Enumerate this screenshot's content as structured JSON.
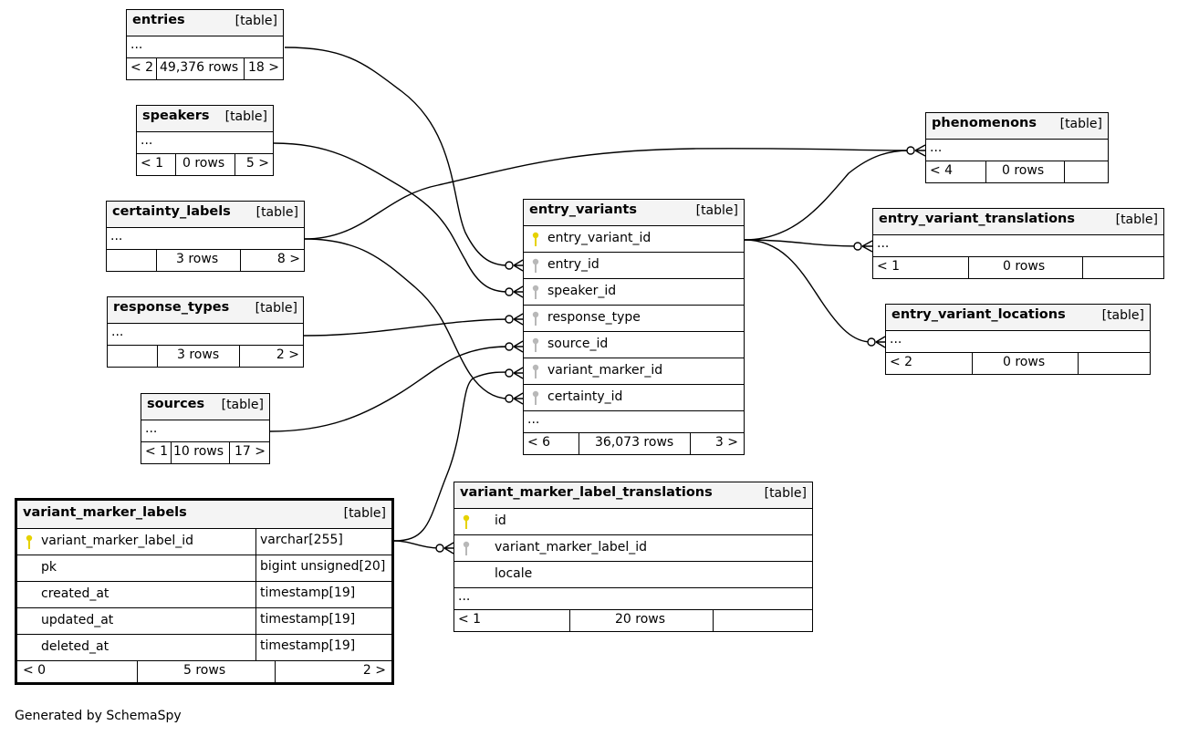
{
  "footer_text": "Generated by SchemaSpy",
  "tables": {
    "entries": {
      "name": "entries",
      "type": "[table]",
      "ellipsis": "...",
      "children": "< 2",
      "rows": "49,376 rows",
      "parents": "18 >"
    },
    "speakers": {
      "name": "speakers",
      "type": "[table]",
      "ellipsis": "...",
      "children": "< 1",
      "rows": "0 rows",
      "parents": "5 >"
    },
    "certainty_labels": {
      "name": "certainty_labels",
      "type": "[table]",
      "ellipsis": "...",
      "children": "",
      "rows": "3 rows",
      "parents": "8 >"
    },
    "response_types": {
      "name": "response_types",
      "type": "[table]",
      "ellipsis": "...",
      "children": "",
      "rows": "3 rows",
      "parents": "2 >"
    },
    "sources": {
      "name": "sources",
      "type": "[table]",
      "ellipsis": "...",
      "children": "< 1",
      "rows": "10 rows",
      "parents": "17 >"
    },
    "entry_variants": {
      "name": "entry_variants",
      "type": "[table]",
      "columns": [
        {
          "name": "entry_variant_id",
          "key": "primary"
        },
        {
          "name": "entry_id",
          "key": "foreign"
        },
        {
          "name": "speaker_id",
          "key": "foreign"
        },
        {
          "name": "response_type",
          "key": "foreign"
        },
        {
          "name": "source_id",
          "key": "foreign"
        },
        {
          "name": "variant_marker_id",
          "key": "foreign"
        },
        {
          "name": "certainty_id",
          "key": "foreign"
        }
      ],
      "ellipsis": "...",
      "children": "< 6",
      "rows": "36,073 rows",
      "parents": "3 >"
    },
    "phenomenons": {
      "name": "phenomenons",
      "type": "[table]",
      "ellipsis": "...",
      "children": "< 4",
      "rows": "0 rows",
      "parents": ""
    },
    "entry_variant_translations": {
      "name": "entry_variant_translations",
      "type": "[table]",
      "ellipsis": "...",
      "children": "< 1",
      "rows": "0 rows",
      "parents": ""
    },
    "entry_variant_locations": {
      "name": "entry_variant_locations",
      "type": "[table]",
      "ellipsis": "...",
      "children": "< 2",
      "rows": "0 rows",
      "parents": ""
    },
    "variant_marker_labels": {
      "name": "variant_marker_labels",
      "type": "[table]",
      "columns": [
        {
          "name": "variant_marker_label_id",
          "key": "primary",
          "type": "varchar[255]"
        },
        {
          "name": "pk",
          "key": "none",
          "type": "bigint unsigned[20]"
        },
        {
          "name": "created_at",
          "key": "none",
          "type": "timestamp[19]"
        },
        {
          "name": "updated_at",
          "key": "none",
          "type": "timestamp[19]"
        },
        {
          "name": "deleted_at",
          "key": "none",
          "type": "timestamp[19]"
        }
      ],
      "children": "< 0",
      "rows": "5 rows",
      "parents": "2 >"
    },
    "variant_marker_label_translations": {
      "name": "variant_marker_label_translations",
      "type": "[table]",
      "columns": [
        {
          "name": "id",
          "key": "primary"
        },
        {
          "name": "variant_marker_label_id",
          "key": "foreign"
        },
        {
          "name": "locale",
          "key": "none"
        }
      ],
      "ellipsis": "...",
      "children": "< 1",
      "rows": "20 rows",
      "parents": ""
    }
  },
  "colors": {
    "primary_key": "#e6d200",
    "foreign_key": "#b8b8b8",
    "header_bg": "#f4f4f4",
    "line": "#000000"
  }
}
